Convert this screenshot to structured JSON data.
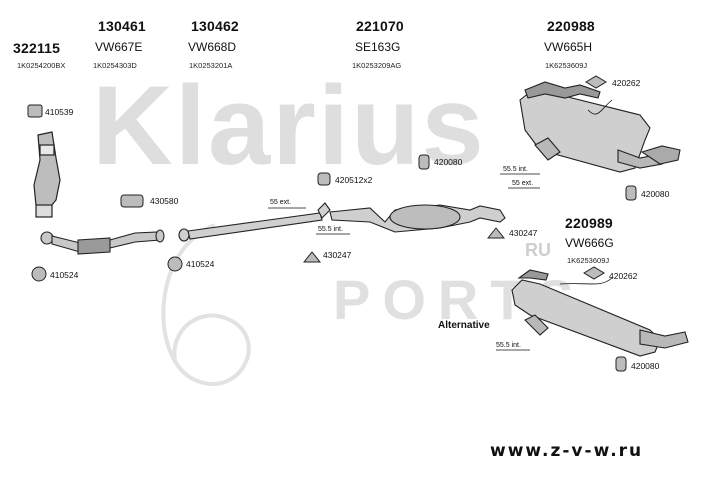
{
  "watermark": {
    "brand": "Klarius",
    "site_ru": "RU",
    "site_ports": "PORTS"
  },
  "header_parts": [
    {
      "number": "322115",
      "model": "",
      "ref": "1K0254200BX"
    },
    {
      "number": "130461",
      "model": "VW667E",
      "ref": "1K0254303D"
    },
    {
      "number": "130462",
      "model": "VW668D",
      "ref": "1K0253201A"
    },
    {
      "number": "221070",
      "model": "SE163G",
      "ref": "1K0253209AG"
    },
    {
      "number": "220988",
      "model": "VW665H",
      "ref": "1K6253609J"
    }
  ],
  "alt_part": {
    "number": "220989",
    "model": "VW666G",
    "ref": "1K6253609J"
  },
  "fittings": {
    "f410539": "410539",
    "f430580": "430580",
    "f410524a": "410524",
    "f410524b": "410524",
    "f420512": "420512x2",
    "f430247a": "430247",
    "f430247b": "430247",
    "f420080a": "420080",
    "f420080b": "420080",
    "f420080c": "420080",
    "f420262a": "420262",
    "f420262b": "420262"
  },
  "measures": {
    "m1": "55 ext.",
    "m2": "55.5 int.",
    "m3": "55.5 int.",
    "m4": "55 ext.",
    "m5": "55.5 int."
  },
  "alternative_label": "Alternative",
  "footer_url": "www.z-v-w.ru"
}
